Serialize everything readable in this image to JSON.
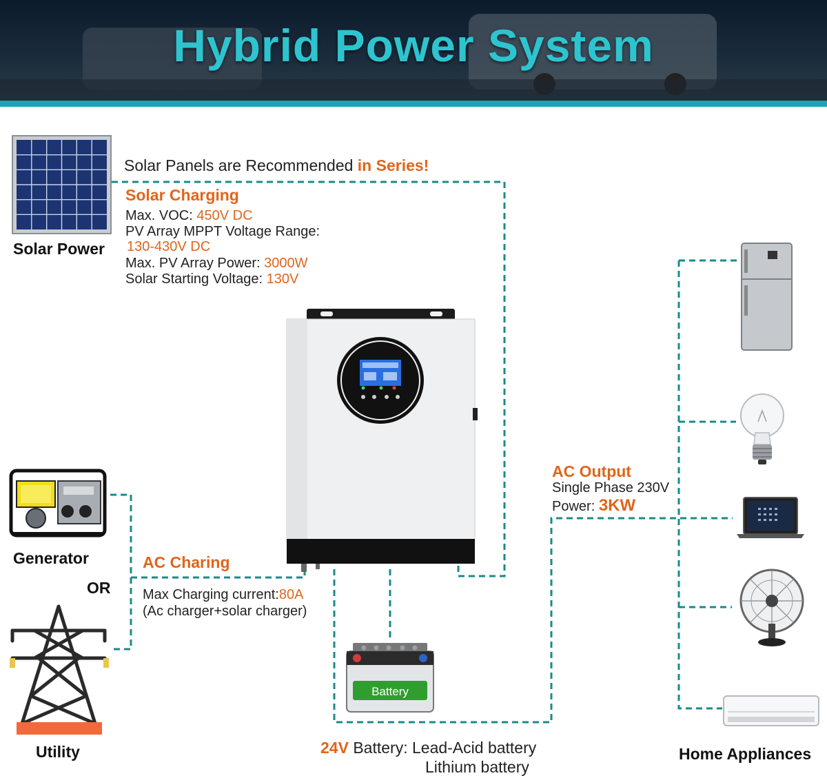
{
  "title": "Hybrid Power System",
  "solar": {
    "label": "Solar Power",
    "recommendation_prefix": "Solar Panels are Recommended ",
    "recommendation_highlight": "in Series!",
    "heading": "Solar Charging",
    "max_voc_label": "Max. VOC: ",
    "max_voc_value": "450V DC",
    "mppt_label": "PV Array MPPT Voltage Range:",
    "mppt_value": "130-430V DC",
    "max_pv_label": "Max. PV Array Power: ",
    "max_pv_value": "3000W",
    "start_voltage_label": "Solar Starting Voltage: ",
    "start_voltage_value": "130V"
  },
  "ac_charging": {
    "heading": "AC Charing",
    "current_label": "Max Charging current:",
    "current_value": "80A",
    "note": "(Ac charger+solar charger)"
  },
  "sources": {
    "generator_label": "Generator",
    "or_label": "OR",
    "utility_label": "Utility"
  },
  "ac_output": {
    "heading": "AC Output",
    "phase": "Single Phase 230V",
    "power_label": "Power: ",
    "power_value": "3KW"
  },
  "battery": {
    "voltage": "24V",
    "label_prefix": " Battery: ",
    "type_1": "Lead-Acid battery",
    "type_2": "Lithium battery",
    "icon_text": "Battery"
  },
  "appliances": {
    "label": "Home Appliances",
    "items": [
      "refrigerator-icon",
      "light-bulb-icon",
      "laptop-icon",
      "fan-icon",
      "air-conditioner-icon"
    ]
  },
  "colors": {
    "accent_teal": "#1fa3b4",
    "dashed_line": "#1a8a8a",
    "highlight_orange": "#e0651b"
  }
}
